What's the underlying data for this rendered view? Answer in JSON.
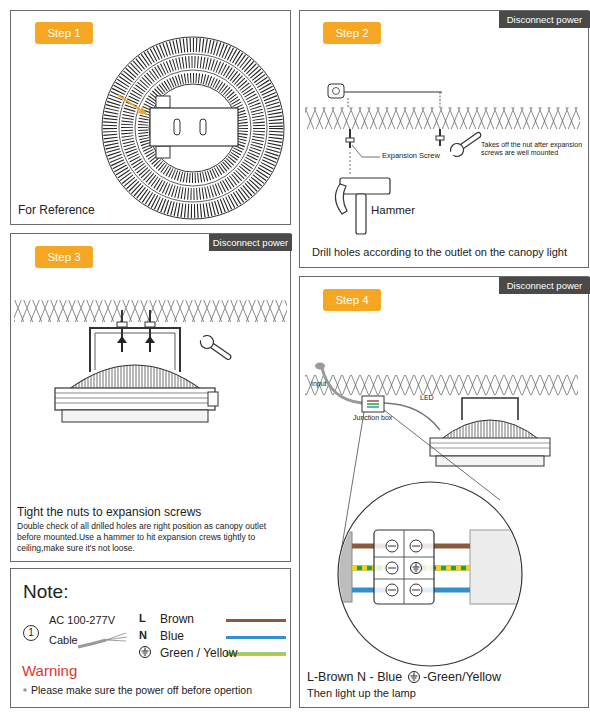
{
  "diagram": {
    "nodes": [
      {
        "text": [
          "For Reference"
        ]
      },
      {
        "text": [
          "Step 1"
        ],
        "in": 0
      },
      {
        "text": [
          "Drill holes according to the outlet on the canopy light"
        ]
      },
      {
        "text": [
          "Disconnect power"
        ],
        "in": 2
      },
      {
        "text": [
          "Step 2"
        ],
        "in": 2
      },
      {
        "text": [
          "Tight the nuts to expansion screws",
          "Double check of all drilled holes are right position as canopy outlet before mounted.Use a hammer to hit expansion crews tightly to ceiling,make sure it's not loose."
        ]
      },
      {
        "text": [
          "Disconnect power"
        ],
        "in": 5
      },
      {
        "text": [
          "Step 3"
        ],
        "in": 5
      },
      {
        "text": [
          "L-Brown N - Blue",
          "-Green/Yellow",
          "Then light up the lamp"
        ]
      },
      {
        "text": [
          "Disconnect power"
        ],
        "in": 8
      },
      {
        "text": [
          "Step 4"
        ],
        "in": 8
      },
      {
        "text": [
          "Note:"
        ]
      },
      {
        "text": [
          "1"
        ],
        "in": 11
      }
    ],
    "labels": [
      "Expansion Screw",
      "Hammer",
      "Takes off the nut after expansion screws are well mounted",
      "Input",
      "LED",
      "Junction box",
      "AC 100-277V",
      "Cable",
      "L",
      "N",
      "Warning",
      "Please make sure the power off before opertion"
    ],
    "legend": [
      {
        "text": "Brown",
        "color": "#8B5A3C"
      },
      {
        "text": "Blue",
        "color": "#2F8FD0"
      },
      {
        "text": "Green / Yellow"
      }
    ]
  }
}
